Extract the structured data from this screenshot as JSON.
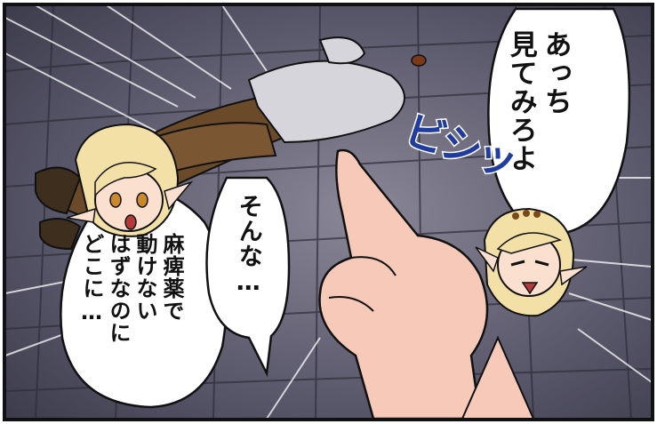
{
  "speech_right": {
    "text": "あっち\n見てみろよ"
  },
  "speech_left_short": {
    "text": "そんな…"
  },
  "speech_left_long": {
    "text": "麻痺薬で\n動けない\nはずなのに\nどこに…"
  },
  "sound_effect": {
    "text": "ビシッ"
  },
  "colors": {
    "border": "#111111",
    "ground": "#4b4a5c",
    "speed_lines": "#ffffff",
    "sfx": "#1f3c9e",
    "skin": "#f6c9b8"
  }
}
